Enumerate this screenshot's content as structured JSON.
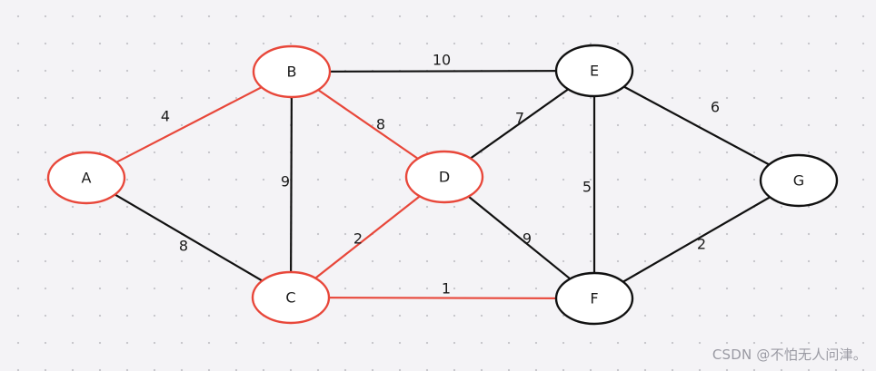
{
  "colors": {
    "highlight": "#e8473a",
    "normal": "#111111"
  },
  "nodes": [
    {
      "id": "A",
      "label": "A",
      "highlighted": true
    },
    {
      "id": "B",
      "label": "B",
      "highlighted": true
    },
    {
      "id": "C",
      "label": "C",
      "highlighted": true
    },
    {
      "id": "D",
      "label": "D",
      "highlighted": true
    },
    {
      "id": "E",
      "label": "E",
      "highlighted": false
    },
    {
      "id": "F",
      "label": "F",
      "highlighted": false
    },
    {
      "id": "G",
      "label": "G",
      "highlighted": false
    }
  ],
  "edges": [
    {
      "from": "A",
      "to": "B",
      "weight": "4",
      "highlighted": true
    },
    {
      "from": "A",
      "to": "C",
      "weight": "8",
      "highlighted": false
    },
    {
      "from": "B",
      "to": "C",
      "weight": "9",
      "highlighted": false
    },
    {
      "from": "B",
      "to": "D",
      "weight": "8",
      "highlighted": true
    },
    {
      "from": "B",
      "to": "E",
      "weight": "10",
      "highlighted": false
    },
    {
      "from": "C",
      "to": "D",
      "weight": "2",
      "highlighted": true
    },
    {
      "from": "C",
      "to": "F",
      "weight": "1",
      "highlighted": true
    },
    {
      "from": "D",
      "to": "E",
      "weight": "7",
      "highlighted": false
    },
    {
      "from": "D",
      "to": "F",
      "weight": "9",
      "highlighted": false
    },
    {
      "from": "E",
      "to": "F",
      "weight": "5",
      "highlighted": false
    },
    {
      "from": "E",
      "to": "G",
      "weight": "6",
      "highlighted": false
    },
    {
      "from": "F",
      "to": "G",
      "weight": "2",
      "highlighted": false
    }
  ],
  "watermark": "CSDN @不怕无人问津。"
}
